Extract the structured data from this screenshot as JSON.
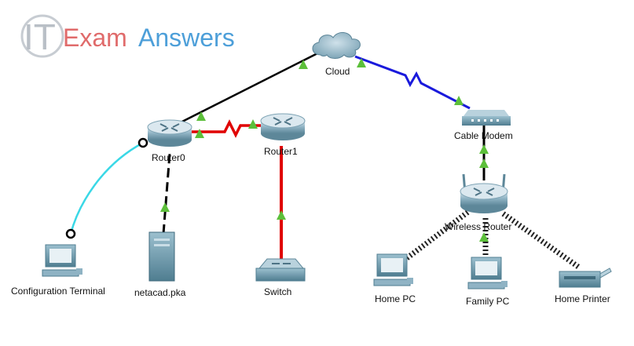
{
  "logo": {
    "it": "IT",
    "exam": "Exam",
    "answers": "Answers"
  },
  "devices": {
    "cloud": "Cloud",
    "router0": "Router0",
    "router1": "Router1",
    "cable_modem": "Cable Modem",
    "wireless_router": "Wireless Router",
    "config_terminal": "Configuration Terminal",
    "server": "netacad.pka",
    "switch": "Switch",
    "home_pc": "Home PC",
    "family_pc": "Family PC",
    "home_printer": "Home Printer"
  },
  "colors": {
    "copper_straight": "#000000",
    "serial": "#e00000",
    "coax": "#1a1adc",
    "console": "#3ad8e6",
    "link_up": "#5cbf3a",
    "device_body": "#6c98a8"
  },
  "links": [
    {
      "from": "Router0",
      "to": "Cloud",
      "type": "copper",
      "status": "up"
    },
    {
      "from": "Router0",
      "to": "Router1",
      "type": "serial",
      "status": "up"
    },
    {
      "from": "Cloud",
      "to": "Cable Modem",
      "type": "coax",
      "status": "up"
    },
    {
      "from": "Configuration Terminal",
      "to": "Router0",
      "type": "console",
      "status": "down"
    },
    {
      "from": "netacad.pka",
      "to": "Router0",
      "type": "copper-dashed",
      "status": "up"
    },
    {
      "from": "Switch",
      "to": "Router1",
      "type": "serial",
      "status": "up"
    },
    {
      "from": "Wireless Router",
      "to": "Cable Modem",
      "type": "copper",
      "status": "up"
    },
    {
      "from": "Home PC",
      "to": "Wireless Router",
      "type": "wireless",
      "status": "up"
    },
    {
      "from": "Family PC",
      "to": "Wireless Router",
      "type": "wireless",
      "status": "up"
    },
    {
      "from": "Home Printer",
      "to": "Wireless Router",
      "type": "wireless",
      "status": "up"
    }
  ]
}
